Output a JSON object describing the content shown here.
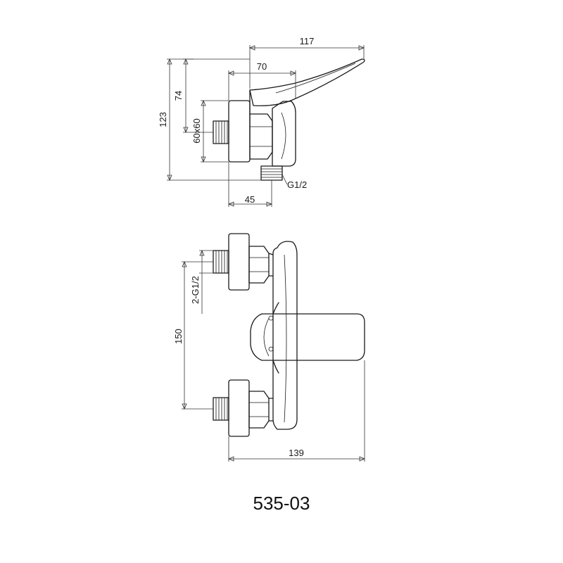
{
  "model": "535-03",
  "side_view": {
    "dimensions": {
      "total_width": "117",
      "body_width": "70",
      "total_height": "123",
      "outlet_height": "74",
      "flange": "60x60",
      "outlet_thread": "G1/2",
      "depth": "45"
    }
  },
  "front_view": {
    "dimensions": {
      "inlet_thread": "2-G1/2",
      "inlet_spacing": "150",
      "total_width": "139"
    }
  }
}
